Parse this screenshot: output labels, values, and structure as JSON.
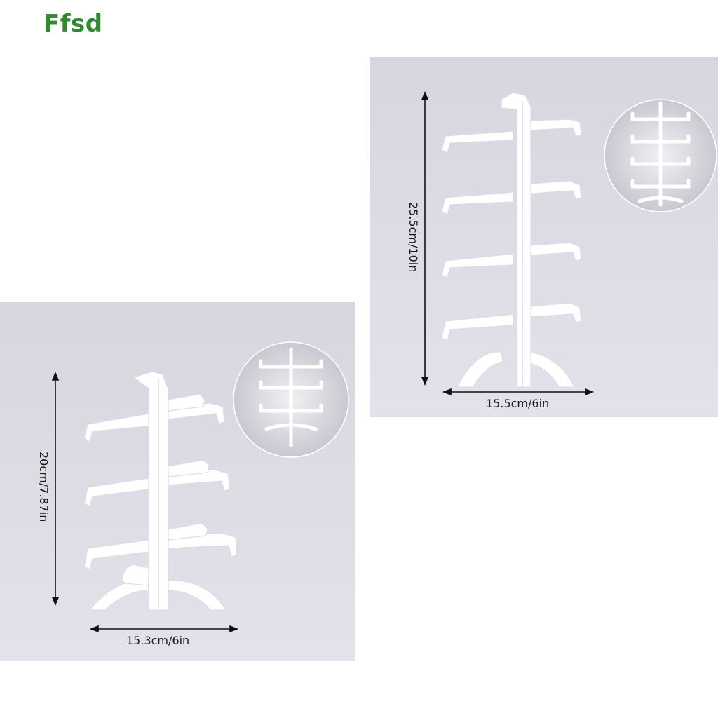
{
  "brand": {
    "name": "Ffsd",
    "color": "#2e8b2e"
  },
  "products": [
    {
      "name": "3-tier sunglasses display stand",
      "height_label": "20cm/7.87in",
      "width_label": "15.3cm/6in",
      "tiers": 3
    },
    {
      "name": "4-tier sunglasses display stand",
      "height_label": "25.5cm/10in",
      "width_label": "15.5cm/6in",
      "tiers": 4
    }
  ]
}
